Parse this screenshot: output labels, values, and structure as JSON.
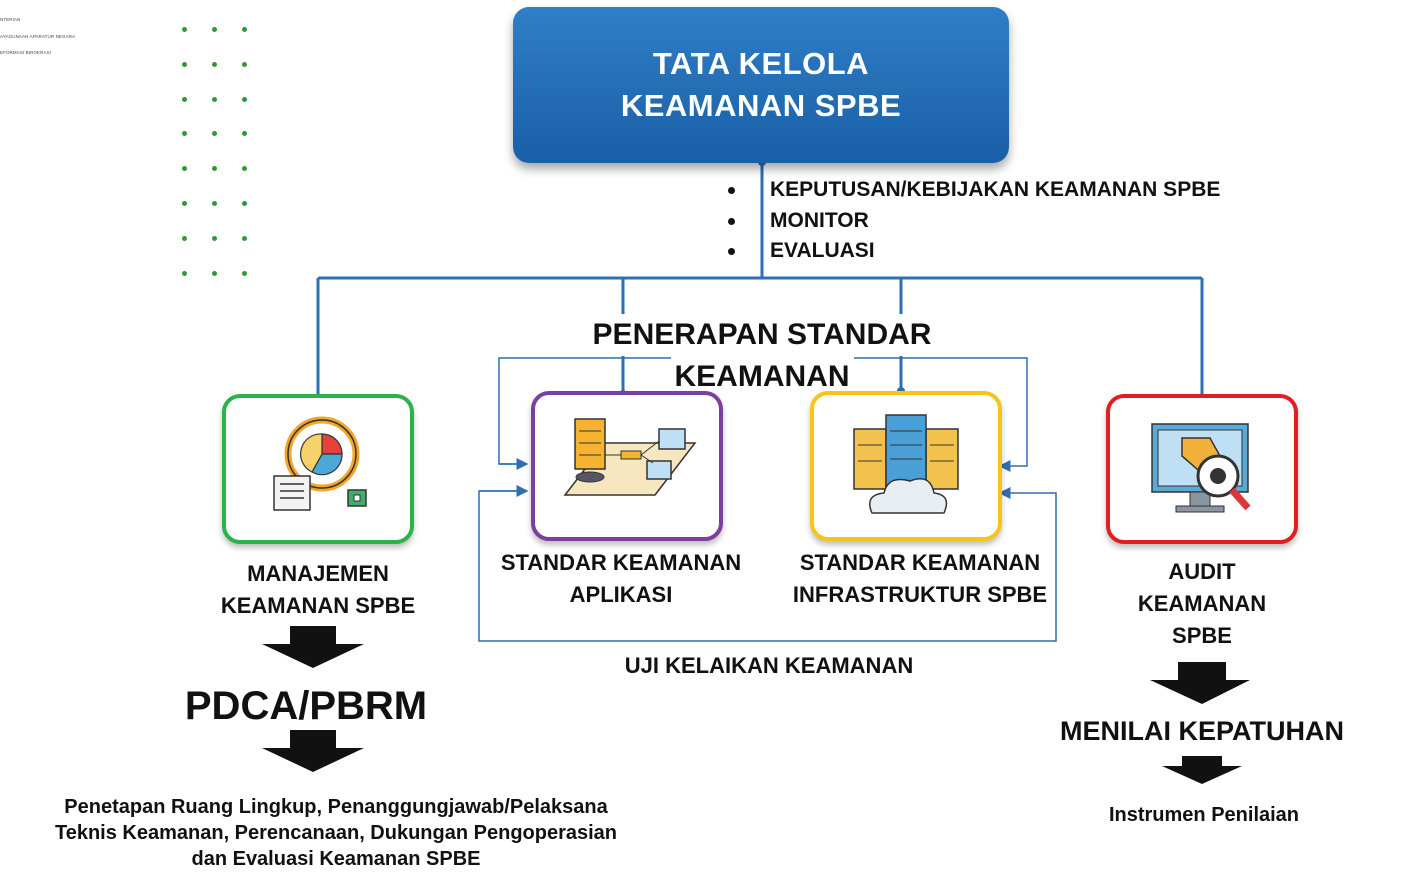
{
  "logo": {
    "lines": [
      "NTERIAN",
      "AYAGUNAAN APARATUR NEGARA",
      "EFORMASI BIROKRASI"
    ]
  },
  "header": {
    "title_line1": "TATA KELOLA",
    "title_line2": "KEAMANAN SPBE"
  },
  "governance_points": [
    "KEPUTUSAN/KEBIJAKAN KEAMANAN SPBE",
    "MONITOR",
    "EVALUASI"
  ],
  "center_group": {
    "title_line1": "PENERAPAN STANDAR",
    "title_line2": "KEAMANAN",
    "footer": "UJI KELAIKAN KEAMANAN"
  },
  "boxes": {
    "manajemen": {
      "line1": "MANAJEMEN",
      "line2": "KEAMANAN SPBE",
      "border": "#2bb34a"
    },
    "aplikasi": {
      "line1": "STANDAR KEAMANAN",
      "line2": "APLIKASI",
      "border": "#7b3fa0"
    },
    "infrastruktur": {
      "line1": "STANDAR KEAMANAN",
      "line2": "INFRASTRUKTUR SPBE",
      "border": "#f5c518"
    },
    "audit": {
      "line1": "AUDIT",
      "line2": "KEAMANAN",
      "line3": "SPBE",
      "border": "#e02020"
    }
  },
  "left_flow": {
    "step1": "PDCA/PBRM",
    "step2_line1": "Penetapan Ruang Lingkup, Penanggungjawab/Pelaksana",
    "step2_line2": "Teknis Keamanan, Perencanaan, Dukungan Pengoperasian",
    "step2_line3": "dan Evaluasi  Keamanan SPBE"
  },
  "right_flow": {
    "step1": "MENILAI KEPATUHAN",
    "step2": "Instrumen Penilaian"
  },
  "colors": {
    "connector": "#2f6fb0",
    "dots": "#2e9b2e",
    "title_box": "#1f66ad"
  }
}
